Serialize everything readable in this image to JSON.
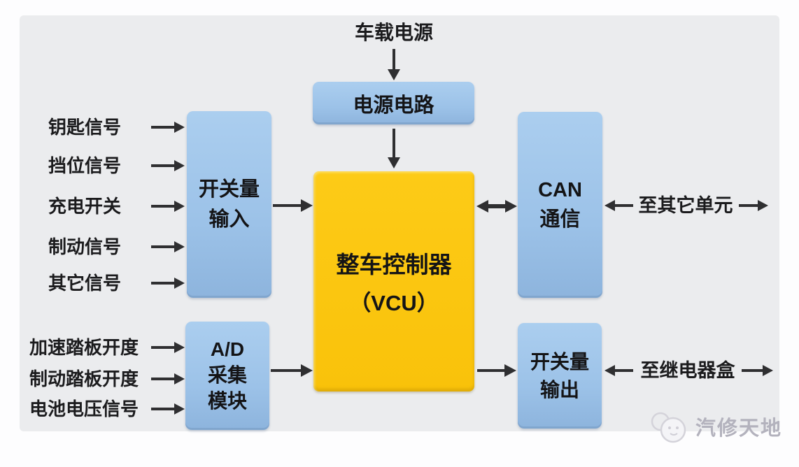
{
  "colors": {
    "panel_gray": "#ebecee",
    "blue_box": "#9cc2e8",
    "yellow_box": "#fbc513",
    "arrow_dark": "#2f2f31",
    "text_dark": "#1b1b1d",
    "watermark_gray": "#b3b2bd"
  },
  "diagram": {
    "power_source_label": "车载电源",
    "power_circuit_box": "电源电路",
    "vcu_box": {
      "line1": "整车控制器",
      "line2": "（VCU）"
    },
    "switch_input_box": {
      "line1": "开关量",
      "line2": "输入"
    },
    "ad_module_box": {
      "line1": "A/D",
      "line2": "采集",
      "line3": "模块"
    },
    "can_box": {
      "line1": "CAN",
      "line2": "通信"
    },
    "switch_output_box": {
      "line1": "开关量",
      "line2": "输出"
    },
    "digital_inputs": [
      "钥匙信号",
      "挡位信号",
      "充电开关",
      "制动信号",
      "其它信号"
    ],
    "analog_inputs": [
      "加速踏板开度",
      "制动踏板开度",
      "电池电压信号"
    ],
    "can_external_label": "至其它单元",
    "output_external_label": "至继电器盒"
  },
  "watermark": {
    "brand": "汽修天地"
  }
}
